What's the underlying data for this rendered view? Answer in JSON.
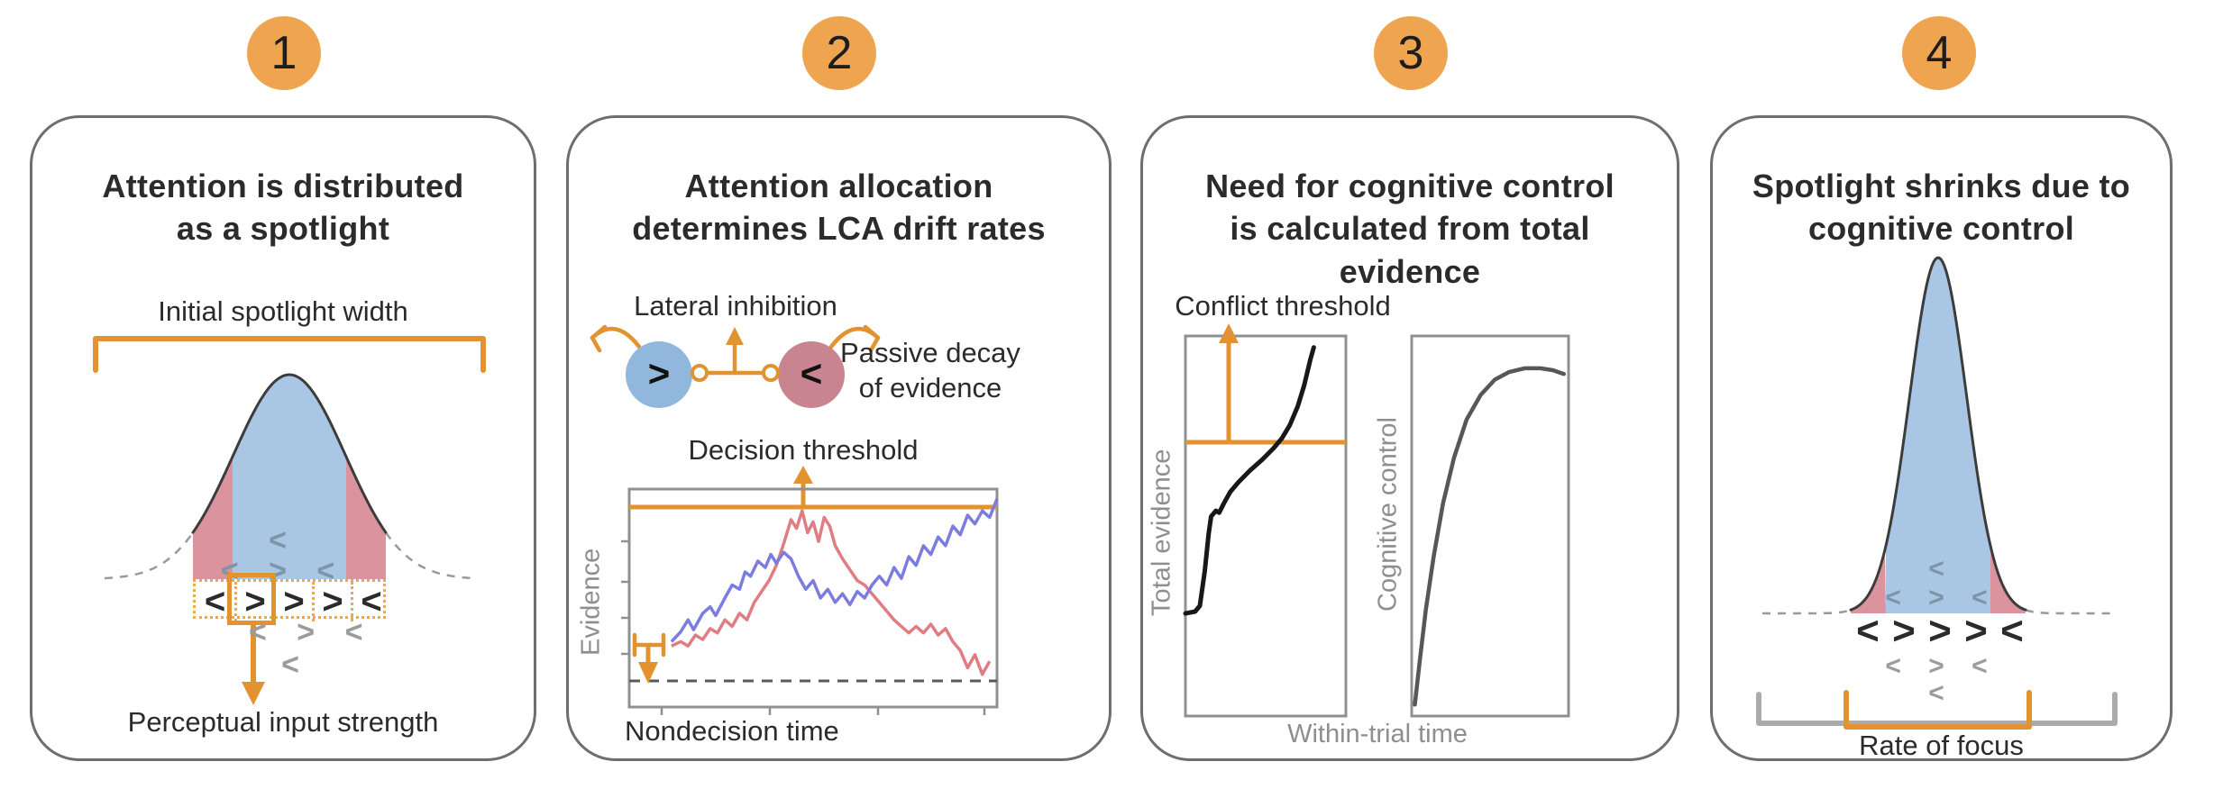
{
  "colors": {
    "accent_orange": "#E2932F",
    "badge_orange": "#EFA54F",
    "bell_blue": "#A9C6E4",
    "bell_pink": "#DB949D",
    "lca_blue": "#92B7DC",
    "lca_pink": "#C9858F",
    "trace_blue": "#7C7CE0",
    "trace_red": "#E07D82",
    "panel_border": "#6E6E6E",
    "gray_text": "#8E8E8E"
  },
  "panels": [
    {
      "number": "1",
      "title": "Attention is distributed\nas a spotlight",
      "labels": {
        "spotlight_width": "Initial spotlight width",
        "perceptual": "Perceptual input strength"
      },
      "rows": {
        "in_bell_1": "<",
        "in_bell_2": "< > <",
        "stimulus": [
          "<",
          ">",
          ">",
          ">",
          "<"
        ],
        "below_1": "< > <",
        "below_2": "<"
      }
    },
    {
      "number": "2",
      "title": "Attention allocation\ndetermines LCA drift rates",
      "labels": {
        "lateral": "Lateral inhibition",
        "decay": "Passive decay\nof evidence",
        "decision": "Decision threshold",
        "evidence": "Evidence",
        "nondecision": "Nondecision time"
      },
      "units": {
        "left": ">",
        "right": "<"
      },
      "traces": {
        "blue": [
          [
            0.115,
            0.7
          ],
          [
            0.14,
            0.655
          ],
          [
            0.16,
            0.6
          ],
          [
            0.175,
            0.645
          ],
          [
            0.2,
            0.57
          ],
          [
            0.22,
            0.54
          ],
          [
            0.235,
            0.58
          ],
          [
            0.26,
            0.5
          ],
          [
            0.28,
            0.44
          ],
          [
            0.3,
            0.46
          ],
          [
            0.315,
            0.38
          ],
          [
            0.33,
            0.4
          ],
          [
            0.35,
            0.33
          ],
          [
            0.37,
            0.36
          ],
          [
            0.385,
            0.3
          ],
          [
            0.4,
            0.34
          ],
          [
            0.42,
            0.29
          ],
          [
            0.44,
            0.32
          ],
          [
            0.46,
            0.4
          ],
          [
            0.48,
            0.46
          ],
          [
            0.5,
            0.42
          ],
          [
            0.52,
            0.5
          ],
          [
            0.54,
            0.46
          ],
          [
            0.56,
            0.52
          ],
          [
            0.58,
            0.48
          ],
          [
            0.6,
            0.53
          ],
          [
            0.62,
            0.47
          ],
          [
            0.64,
            0.5
          ],
          [
            0.66,
            0.44
          ],
          [
            0.68,
            0.4
          ],
          [
            0.7,
            0.44
          ],
          [
            0.72,
            0.36
          ],
          [
            0.74,
            0.41
          ],
          [
            0.76,
            0.31
          ],
          [
            0.78,
            0.35
          ],
          [
            0.8,
            0.26
          ],
          [
            0.82,
            0.3
          ],
          [
            0.84,
            0.22
          ],
          [
            0.86,
            0.26
          ],
          [
            0.88,
            0.17
          ],
          [
            0.9,
            0.21
          ],
          [
            0.92,
            0.12
          ],
          [
            0.94,
            0.16
          ],
          [
            0.96,
            0.1
          ],
          [
            0.98,
            0.13
          ],
          [
            1.0,
            0.045
          ]
        ],
        "red": [
          [
            0.115,
            0.72
          ],
          [
            0.14,
            0.7
          ],
          [
            0.16,
            0.72
          ],
          [
            0.18,
            0.67
          ],
          [
            0.2,
            0.69
          ],
          [
            0.22,
            0.64
          ],
          [
            0.24,
            0.66
          ],
          [
            0.26,
            0.6
          ],
          [
            0.28,
            0.63
          ],
          [
            0.3,
            0.57
          ],
          [
            0.32,
            0.6
          ],
          [
            0.34,
            0.52
          ],
          [
            0.36,
            0.47
          ],
          [
            0.38,
            0.42
          ],
          [
            0.4,
            0.35
          ],
          [
            0.42,
            0.25
          ],
          [
            0.44,
            0.14
          ],
          [
            0.455,
            0.18
          ],
          [
            0.47,
            0.1
          ],
          [
            0.485,
            0.2
          ],
          [
            0.5,
            0.15
          ],
          [
            0.515,
            0.24
          ],
          [
            0.53,
            0.13
          ],
          [
            0.545,
            0.17
          ],
          [
            0.56,
            0.26
          ],
          [
            0.58,
            0.32
          ],
          [
            0.6,
            0.37
          ],
          [
            0.62,
            0.42
          ],
          [
            0.64,
            0.44
          ],
          [
            0.66,
            0.48
          ],
          [
            0.68,
            0.52
          ],
          [
            0.7,
            0.56
          ],
          [
            0.72,
            0.6
          ],
          [
            0.74,
            0.63
          ],
          [
            0.76,
            0.66
          ],
          [
            0.78,
            0.63
          ],
          [
            0.8,
            0.66
          ],
          [
            0.82,
            0.62
          ],
          [
            0.84,
            0.67
          ],
          [
            0.86,
            0.64
          ],
          [
            0.88,
            0.7
          ],
          [
            0.9,
            0.74
          ],
          [
            0.92,
            0.82
          ],
          [
            0.94,
            0.76
          ],
          [
            0.96,
            0.85
          ],
          [
            0.98,
            0.79
          ]
        ]
      }
    },
    {
      "number": "3",
      "title": "Need for cognitive control\nis calculated from total\nevidence",
      "labels": {
        "conflict": "Conflict threshold",
        "total": "Total evidence",
        "cognitive": "Cognitive control",
        "xaxis": "Within-trial time"
      },
      "curves": {
        "total_evidence": [
          [
            0.0,
            0.73
          ],
          [
            0.06,
            0.725
          ],
          [
            0.09,
            0.71
          ],
          [
            0.12,
            0.62
          ],
          [
            0.145,
            0.52
          ],
          [
            0.16,
            0.475
          ],
          [
            0.19,
            0.46
          ],
          [
            0.21,
            0.465
          ],
          [
            0.24,
            0.44
          ],
          [
            0.28,
            0.41
          ],
          [
            0.33,
            0.385
          ],
          [
            0.4,
            0.355
          ],
          [
            0.48,
            0.325
          ],
          [
            0.55,
            0.295
          ],
          [
            0.6,
            0.27
          ],
          [
            0.65,
            0.235
          ],
          [
            0.7,
            0.185
          ],
          [
            0.74,
            0.13
          ],
          [
            0.78,
            0.06
          ],
          [
            0.8,
            0.03
          ]
        ],
        "cognitive_control": [
          [
            0.02,
            0.97
          ],
          [
            0.05,
            0.86
          ],
          [
            0.09,
            0.72
          ],
          [
            0.14,
            0.58
          ],
          [
            0.2,
            0.44
          ],
          [
            0.27,
            0.32
          ],
          [
            0.35,
            0.22
          ],
          [
            0.44,
            0.155
          ],
          [
            0.53,
            0.115
          ],
          [
            0.62,
            0.095
          ],
          [
            0.72,
            0.085
          ],
          [
            0.82,
            0.085
          ],
          [
            0.9,
            0.09
          ],
          [
            0.97,
            0.1
          ]
        ]
      }
    },
    {
      "number": "4",
      "title": "Spotlight shrinks due to\ncognitive control",
      "labels": {
        "rate": "Rate of focus"
      },
      "rows": {
        "in_bell_1": "<",
        "in_bell_2": "< > <",
        "stimulus": [
          "<",
          ">",
          ">",
          ">",
          "<"
        ],
        "below_1": "< > <",
        "below_2": "<"
      }
    }
  ]
}
